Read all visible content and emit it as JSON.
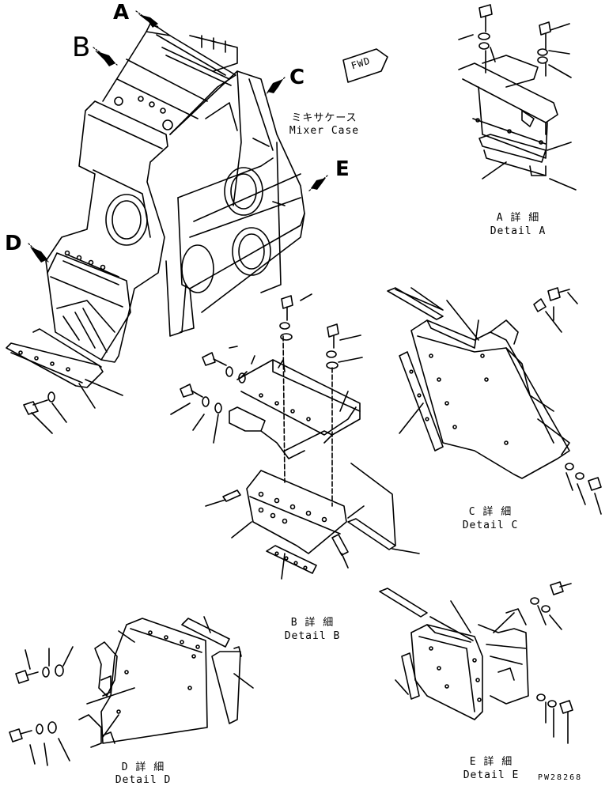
{
  "letters": {
    "a": "A",
    "b": "B",
    "c": "C",
    "d": "D",
    "e": "E"
  },
  "fwd": "FWD",
  "mixer": {
    "jp": "ミキサケース",
    "en": "Mixer Case"
  },
  "details": {
    "a": {
      "jp": "A 詳 細",
      "en": "Detail A"
    },
    "b": {
      "jp": "B 詳 細",
      "en": "Detail B"
    },
    "c": {
      "jp": "C 詳 細",
      "en": "Detail C"
    },
    "d": {
      "jp": "D 詳 細",
      "en": "Detail D"
    },
    "e": {
      "jp": "E 詳 細",
      "en": "Detail E"
    }
  },
  "drawing_code": "PW28268"
}
